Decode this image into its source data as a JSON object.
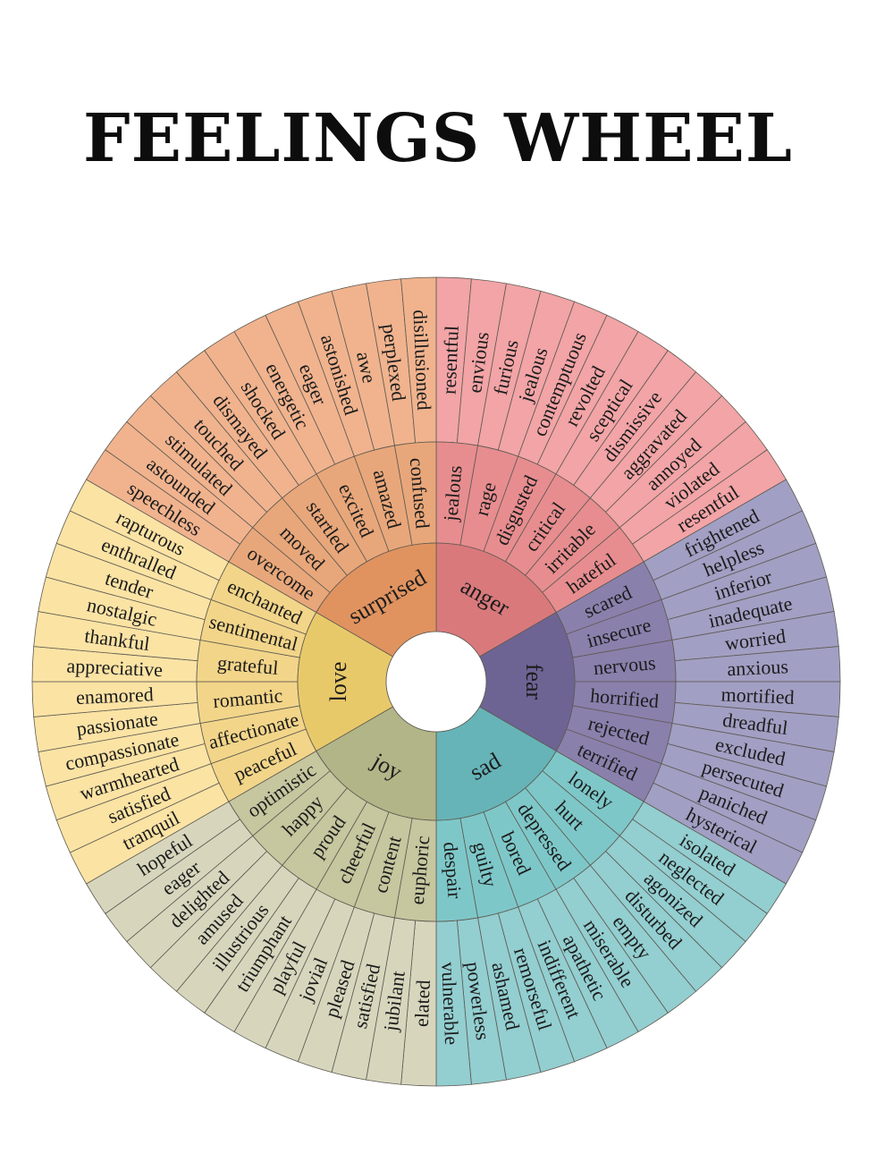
{
  "title": "FEELINGS WHEEL",
  "wheel": {
    "core": [
      {
        "label": "anger",
        "color": "#d9797c"
      },
      {
        "label": "fear",
        "color": "#6d6494"
      },
      {
        "label": "sad",
        "color": "#66b4b8"
      },
      {
        "label": "joy",
        "color": "#b2b587"
      },
      {
        "label": "love",
        "color": "#e8c96a"
      },
      {
        "label": "surprised",
        "color": "#e0935f"
      }
    ],
    "middle": [
      {
        "group": "anger",
        "labels": [
          "jealous",
          "rage",
          "disgusted",
          "critical",
          "irritable",
          "hateful"
        ],
        "color": "#e78d8f"
      },
      {
        "group": "fear",
        "labels": [
          "scared",
          "insecure",
          "nervous",
          "horrified",
          "rejected",
          "terrified"
        ],
        "color": "#8a80ac"
      },
      {
        "group": "sad",
        "labels": [
          "lonely",
          "hurt",
          "depressed",
          "bored",
          "guilty",
          "despair"
        ],
        "color": "#7ec7c8"
      },
      {
        "group": "joy",
        "labels": [
          "euphoric",
          "content",
          "cheerful",
          "proud",
          "happy",
          "optimistic"
        ],
        "color": "#c6c69f"
      },
      {
        "group": "love",
        "labels": [
          "peaceful",
          "affectionate",
          "romantic",
          "grateful",
          "sentimental",
          "enchanted"
        ],
        "color": "#f2d589"
      },
      {
        "group": "surprised",
        "labels": [
          "overcome",
          "moved",
          "startled",
          "excited",
          "amazed",
          "confused"
        ],
        "color": "#e8a77a"
      }
    ],
    "outer": [
      {
        "group": "anger",
        "labels": [
          "resentful",
          "envious",
          "furious",
          "jealous",
          "contemptuous",
          "revolted",
          "sceptical",
          "dismissive",
          "aggravated",
          "annoyed",
          "violated",
          "resentful"
        ],
        "color": "#f2a4a6"
      },
      {
        "group": "fear",
        "labels": [
          "frightened",
          "helpless",
          "inferior",
          "inadequate",
          "worried",
          "anxious",
          "mortified",
          "dreadful",
          "excluded",
          "persecuted",
          "paniched",
          "hysterical"
        ],
        "color": "#a19fc3"
      },
      {
        "group": "sad",
        "labels": [
          "isolated",
          "neglected",
          "agonized",
          "disturbed",
          "empty",
          "miserable",
          "apathetic",
          "indifferent",
          "remorseful",
          "ashamed",
          "powerless",
          "vulnerable"
        ],
        "color": "#93ced0"
      },
      {
        "group": "joy",
        "labels": [
          "elated",
          "jubilant",
          "satisfied",
          "pleased",
          "jovial",
          "playful",
          "triumphant",
          "illustrious",
          "amused",
          "delighted",
          "eager",
          "hopeful"
        ],
        "color": "#d7d6bd"
      },
      {
        "group": "love",
        "labels": [
          "tranquil",
          "satisfied",
          "warmhearted",
          "compassionate",
          "passionate",
          "enamored",
          "appreciative",
          "thankful",
          "nostalgic",
          "tender",
          "enthralled",
          "rapturous"
        ],
        "color": "#fbe3a4"
      },
      {
        "group": "surprised",
        "labels": [
          "speechless",
          "astounded",
          "stimulated",
          "touched",
          "dismayed",
          "shocked",
          "energetic",
          "eager",
          "astonished",
          "awe",
          "perplexed",
          "disillusioned"
        ],
        "color": "#f0b38e"
      }
    ]
  }
}
